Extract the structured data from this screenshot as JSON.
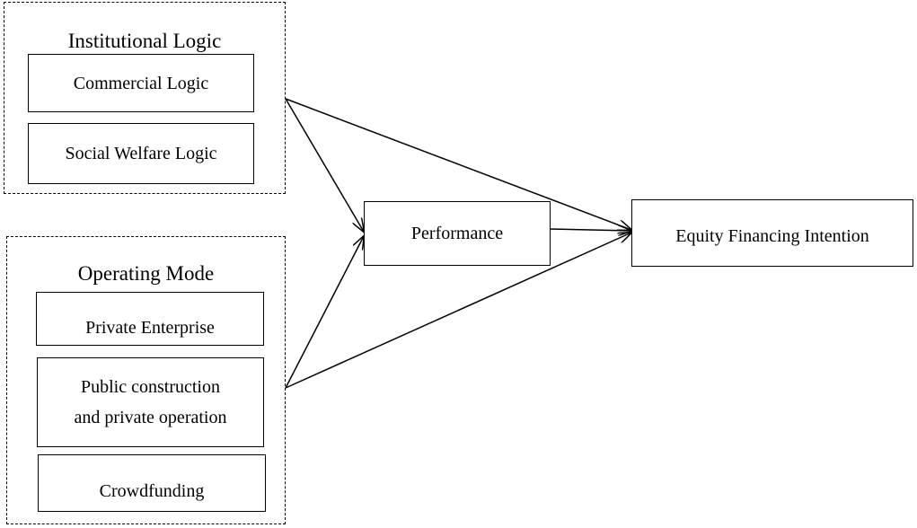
{
  "groups": {
    "institutional_logic": {
      "title": "Institutional Logic",
      "items": [
        "Commercial Logic",
        "Social Welfare Logic"
      ]
    },
    "operating_mode": {
      "title": "Operating Mode",
      "items": [
        "Private Enterprise",
        "Public construction",
        "and private operation",
        "Crowdfunding"
      ]
    }
  },
  "nodes": {
    "performance": "Performance",
    "equity_financing_intention": "Equity Financing Intention"
  }
}
